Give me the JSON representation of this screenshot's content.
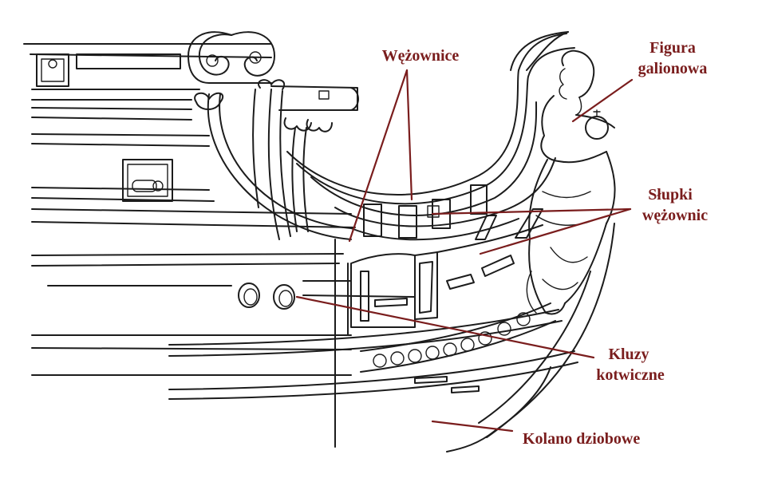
{
  "labels": {
    "wezownice": "Wężownice",
    "figura_line1": "Figura",
    "figura_line2": "galionowa",
    "slupki_line1": "Słupki",
    "slupki_line2": "wężownic",
    "kluzy_line1": "Kluzy",
    "kluzy_line2": "kotwiczne",
    "kolano": "Kolano dziobowe"
  },
  "colors": {
    "label": "#7a1d1d",
    "ink": "#1c1c1c",
    "background": "#ffffff"
  }
}
